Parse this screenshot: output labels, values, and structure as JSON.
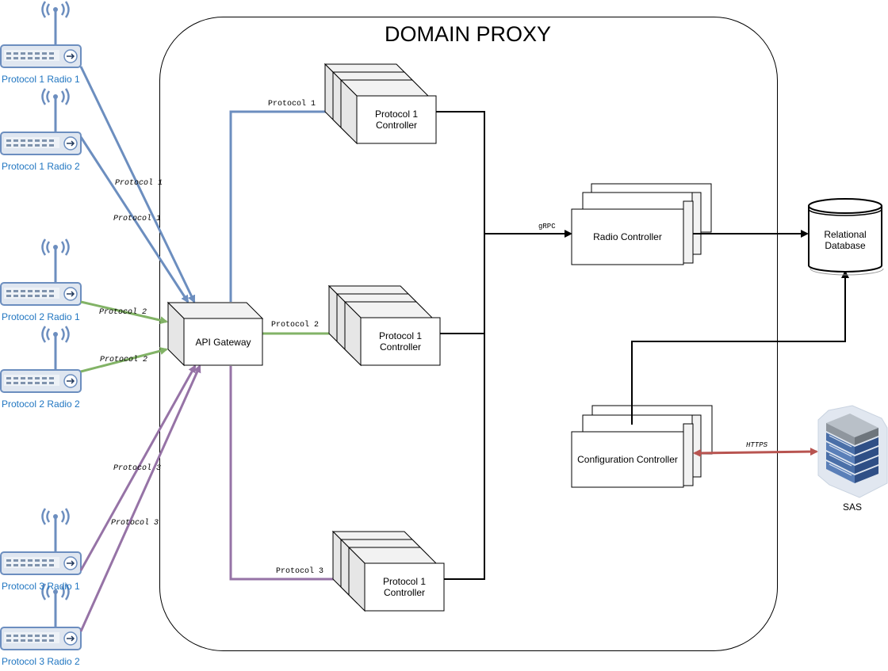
{
  "domain_proxy": {
    "title": "DOMAIN PROXY"
  },
  "radios": [
    {
      "label": "Protocol 1 Radio 1"
    },
    {
      "label": "Protocol 1 Radio 2"
    },
    {
      "label": "Protocol 2 Radio 1"
    },
    {
      "label": "Protocol 2 Radio 2"
    },
    {
      "label": "Protocol 3 Radio 1"
    },
    {
      "label": "Protocol 3 Radio 2"
    }
  ],
  "edge_labels": {
    "p1_a": "Protocol 1",
    "p1_b": "Protocol 1",
    "p2_a": "Protocol 2",
    "p2_b": "Protocol 2",
    "p3_a": "Protocol 3",
    "p3_b": "Protocol 3",
    "gw_p1": "Protocol 1",
    "gw_p2": "Protocol 2",
    "gw_p3": "Protocol 3",
    "grpc": "gRPC",
    "https": "HTTPS"
  },
  "nodes": {
    "api_gateway": "API Gateway",
    "controller_1": {
      "line1": "Protocol 1",
      "line2": "Controller"
    },
    "controller_2": {
      "line1": "Protocol 1",
      "line2": "Controller"
    },
    "controller_3": {
      "line1": "Protocol 1",
      "line2": "Controller"
    },
    "radio_controller": "Radio Controller",
    "configuration_controller": "Configuration Controller",
    "database": {
      "line1": "Relational",
      "line2": "Database"
    },
    "sas": "SAS"
  },
  "colors": {
    "protocol1": "#6c8ebf",
    "protocol2": "#82b366",
    "protocol3": "#9673a6",
    "https": "#b85450",
    "radio_label": "#2176c1"
  }
}
